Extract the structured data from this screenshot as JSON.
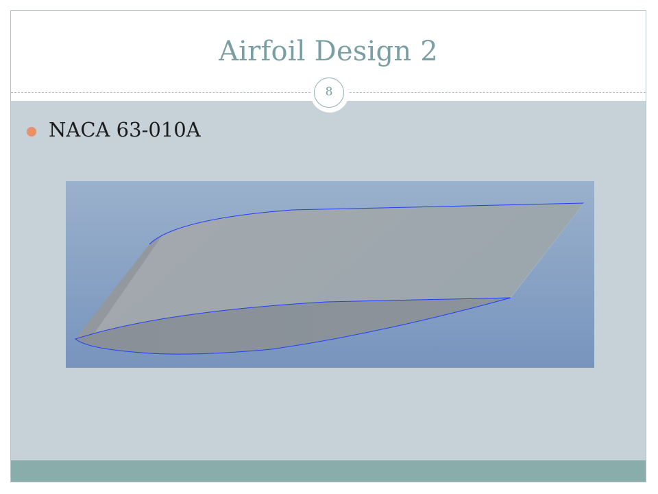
{
  "slide": {
    "title": "Airfoil Design 2",
    "page_number": "8"
  },
  "content": {
    "bullets": [
      {
        "text": "NACA 63-010A"
      }
    ]
  },
  "colors": {
    "title": "#7a9fa3",
    "content_background": "#c6d1d8",
    "bullet_marker": "#e8906a",
    "footer_bar": "#88adab",
    "airfoil_edge": "#1f3cff"
  }
}
